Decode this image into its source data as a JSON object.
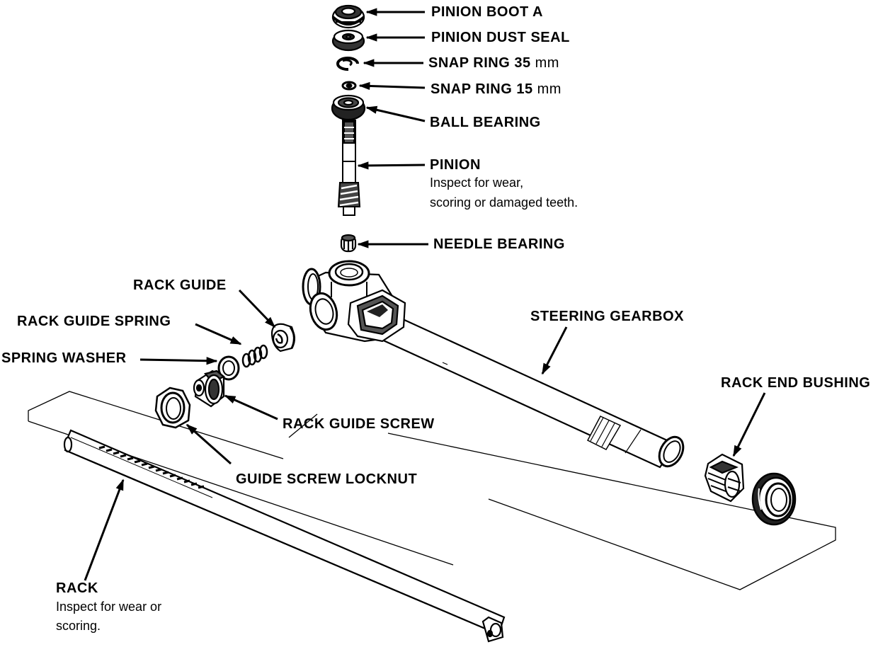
{
  "labels": {
    "pinion_boot_a": "PINION BOOT A",
    "pinion_dust_seal": "PINION DUST SEAL",
    "snap_ring_35": "SNAP RING 35",
    "snap_ring_35_unit": "mm",
    "snap_ring_15": "SNAP RING 15",
    "snap_ring_15_unit": "mm",
    "ball_bearing": "BALL BEARING",
    "pinion": "PINION",
    "pinion_note_1": "Inspect for wear,",
    "pinion_note_2": "scoring or damaged teeth.",
    "needle_bearing": "NEEDLE BEARING",
    "rack_guide": "RACK GUIDE",
    "rack_guide_spring": "RACK GUIDE SPRING",
    "spring_washer": "SPRING WASHER",
    "steering_gearbox": "STEERING GEARBOX",
    "rack_end_bushing": "RACK END BUSHING",
    "rack_guide_screw": "RACK GUIDE SCREW",
    "guide_screw_locknut": "GUIDE SCREW LOCKNUT",
    "rack": "RACK",
    "rack_note_1": "Inspect for wear or",
    "rack_note_2": "scoring."
  },
  "colors": {
    "ink": "#000000",
    "paper": "#ffffff"
  }
}
